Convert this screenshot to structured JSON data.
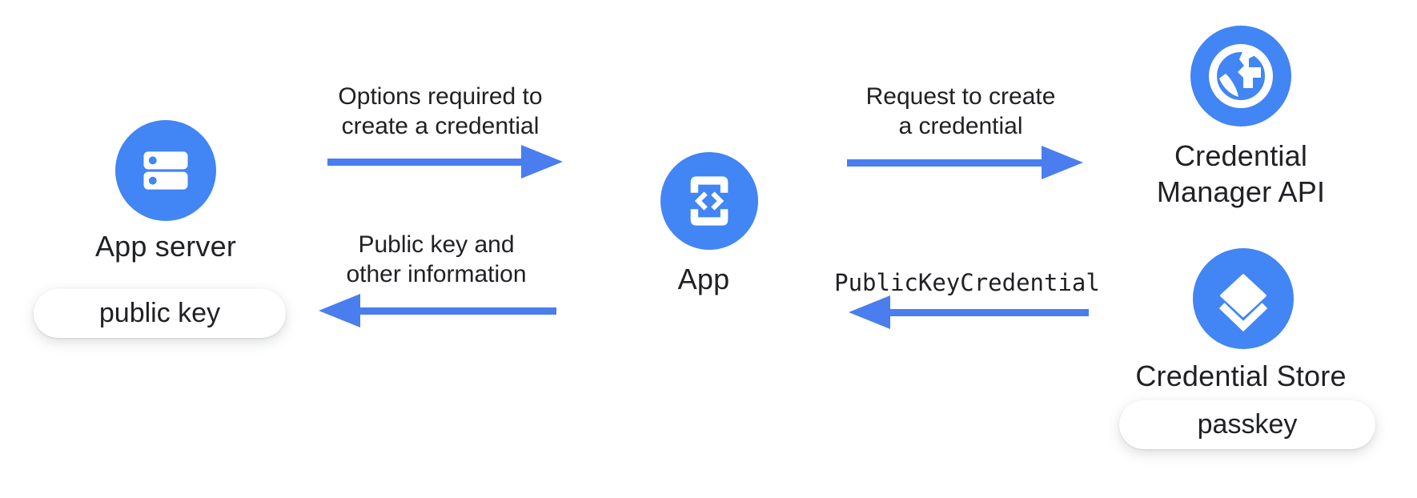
{
  "colors": {
    "node_blue": "#4285f4",
    "arrow_blue": "#4a7dee",
    "text_dark": "#202124",
    "pill_bg": "#ffffff",
    "canvas_bg": "#ffffff"
  },
  "nodes": {
    "app_server": {
      "label": "App server",
      "icon": "server-icon",
      "tag": "public key"
    },
    "app": {
      "label": "App",
      "icon": "phone-code-icon"
    },
    "credential_manager": {
      "label_line1": "Credential",
      "label_line2": "Manager API",
      "icon": "globe-icon"
    },
    "credential_store": {
      "label": "Credential Store",
      "icon": "layers-icon",
      "tag": "passkey"
    }
  },
  "flows": {
    "options": {
      "line1": "Options required to",
      "line2": "create a credential",
      "direction": "right"
    },
    "public_key_info": {
      "line1": "Public key and",
      "line2": "other information",
      "direction": "left"
    },
    "request_create": {
      "line1": "Request to create",
      "line2": "a credential",
      "direction": "right"
    },
    "public_key_credential": {
      "line1": "PublicKeyCredential",
      "direction": "left"
    }
  }
}
